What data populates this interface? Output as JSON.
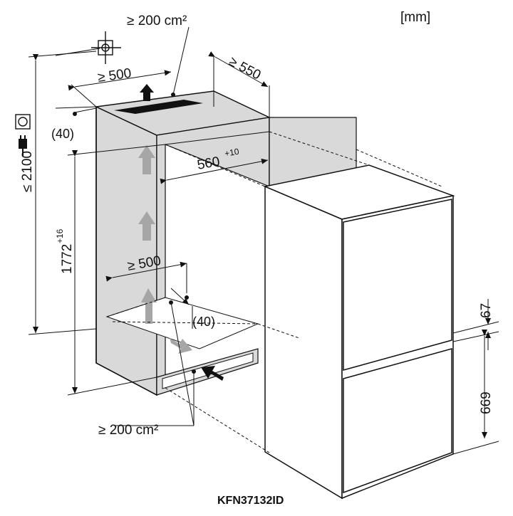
{
  "unit_label": "[mm]",
  "model_label": "KFN37132ID",
  "dimensions": {
    "vent_top_area": "≥ 200 cm²",
    "vent_bottom_area": "≥ 200 cm²",
    "top_depth_min": "≥ 500",
    "top_gap": "(40)",
    "niche_depth": "≥ 550",
    "niche_width": "560",
    "niche_width_tol": "+10",
    "niche_height": "1772",
    "niche_height_tol": "+16",
    "total_height_max": "≤ 2100",
    "bottom_depth_min": "≥ 500",
    "bottom_gap": "(40)",
    "door_gap": "67",
    "door_height": "669"
  },
  "colors": {
    "line": "#111111",
    "niche_fill": "#d9d9d9",
    "arrow_gray": "#a6a6a6",
    "appliance_fill": "#ffffff"
  },
  "icons": [
    "outlet-icon",
    "plug-icon",
    "water-connection-icon",
    "airflow-arrow-icon"
  ]
}
